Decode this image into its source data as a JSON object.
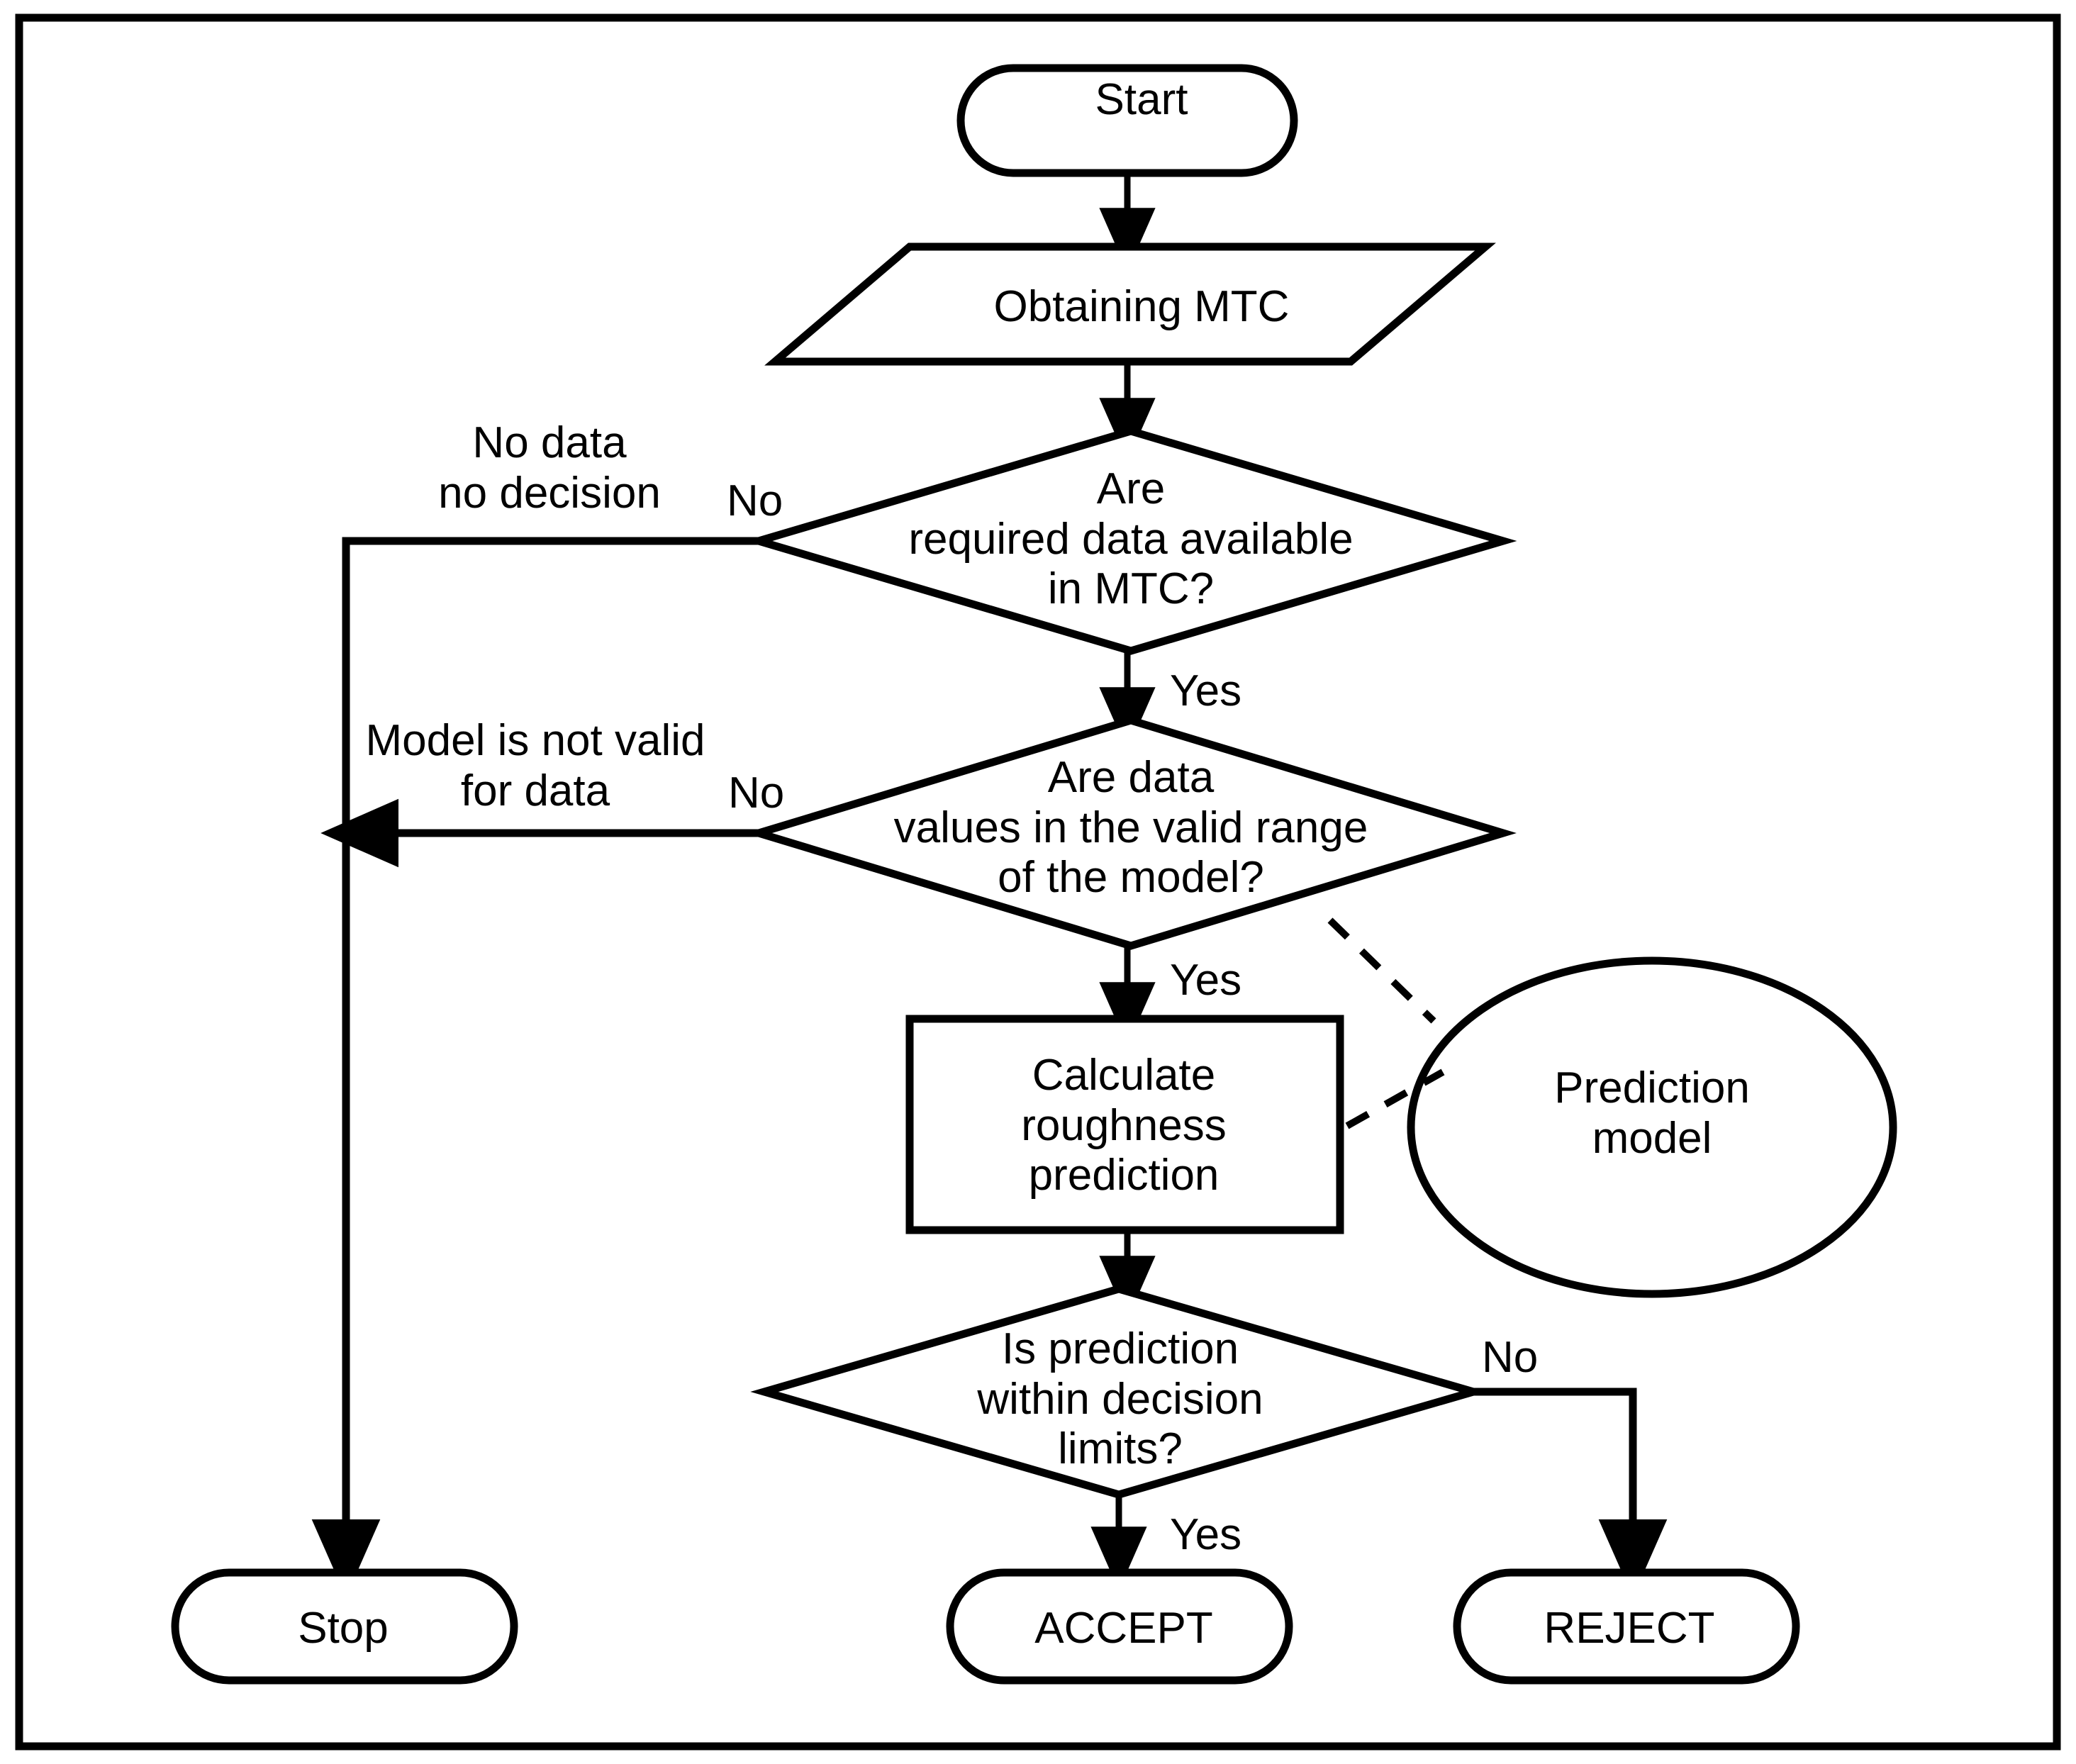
{
  "diagram": {
    "title_present": false,
    "colors": {
      "stroke": "#000000",
      "fill": "#ffffff",
      "text": "#000000"
    },
    "nodes": {
      "start": {
        "label": "Start",
        "shape": "terminator"
      },
      "obtaining_mtc": {
        "label": "Obtaining MTC",
        "shape": "parallelogram"
      },
      "decision_data_available": {
        "label": "Are\nrequired data available\nin MTC?",
        "shape": "diamond"
      },
      "decision_valid_range": {
        "label": "Are data\nvalues in the valid range\nof the model?",
        "shape": "diamond"
      },
      "calculate_roughness": {
        "label": "Calculate\nroughness\nprediction",
        "shape": "process"
      },
      "prediction_model": {
        "label": "Prediction\nmodel",
        "shape": "ellipse"
      },
      "decision_within_limits": {
        "label": "Is prediction\nwithin decision\nlimits?",
        "shape": "diamond"
      },
      "stop": {
        "label": "Stop",
        "shape": "terminator"
      },
      "accept": {
        "label": "ACCEPT",
        "shape": "terminator"
      },
      "reject": {
        "label": "REJECT",
        "shape": "terminator"
      }
    },
    "edge_labels": {
      "no_data_no_decision": "No data\nno decision",
      "no_1": "No",
      "yes_1": "Yes",
      "model_is_not_valid_for_data": "Model is not valid\nfor data",
      "no_2": "No",
      "yes_2": "Yes",
      "no_3": "No",
      "yes_3": "Yes"
    }
  }
}
